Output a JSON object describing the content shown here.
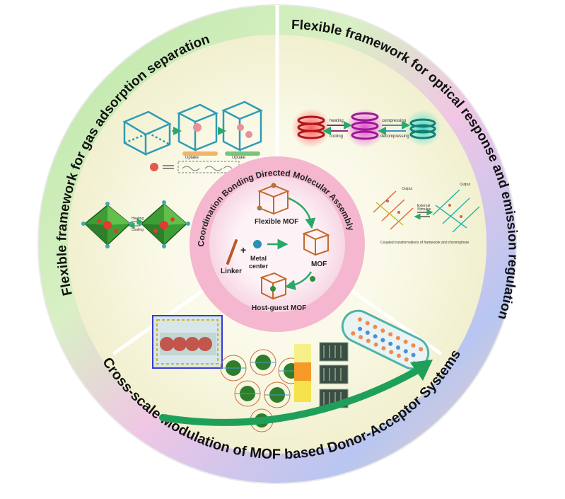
{
  "outer_ring": {
    "top_left": "Flexible framework for gas adsorption separation",
    "top_right": "Flexible framework for optical response and emission regulation",
    "bottom": "Cross-scale Modulation of MOF based Donor-Acceptor Systems"
  },
  "core": {
    "ring_title": "Coordination Bonding Directed Molecular Assembly",
    "flexible_mof": "Flexible MOF",
    "linker": "Linker",
    "plus": "+",
    "metal_center_line1": "Metal",
    "metal_center_line2": "center",
    "mof": "MOF",
    "host_guest_mof": "Host-guest MOF"
  },
  "panel_gas": {
    "uptake_1": "Uptake",
    "uptake_2": "Uptake",
    "heating": "Heating",
    "cooling": "Cooling"
  },
  "panel_optical": {
    "heating": "heating",
    "cooling": "cooling",
    "compressing": "compressing",
    "decompressing": "decompressing",
    "output_1": "Output",
    "output_2": "Output",
    "external_stimulus_line1": "External",
    "external_stimulus_line2": "Stimulus",
    "caption": "Coupled transformations of framework and chromophore"
  },
  "colors": {
    "ring_green": "#9ed98a",
    "ring_pink": "#f1a8d8",
    "ring_blue": "#9fb6ee",
    "ring_peach": "#f7c7a3",
    "sector_fill": "#f6f5dc",
    "core_pink": "#f4b7cf",
    "core_center": "#fbeef3",
    "arrow_green": "#1fa05a"
  }
}
